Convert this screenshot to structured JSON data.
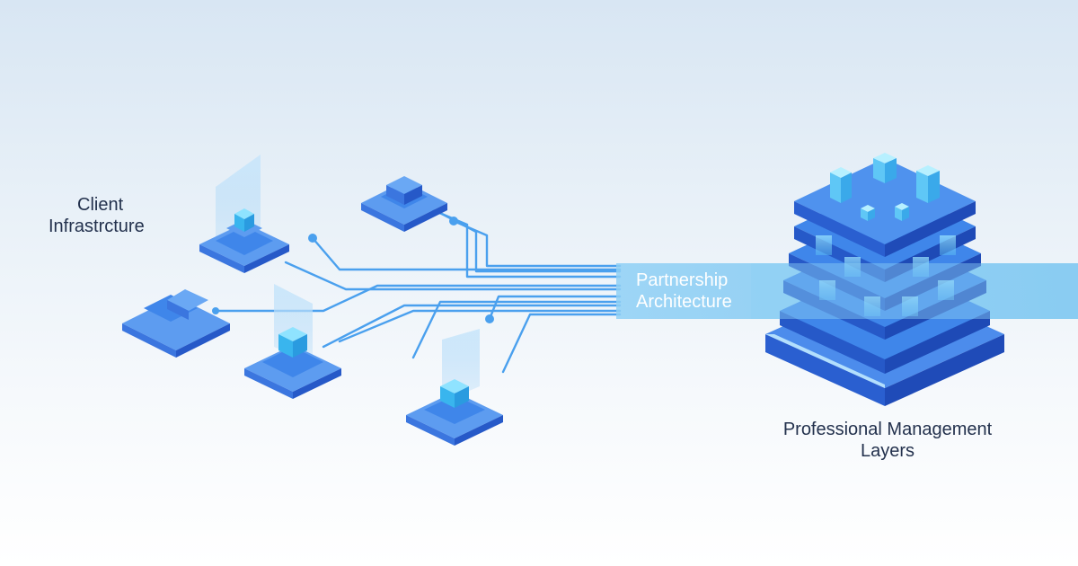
{
  "diagram": {
    "client_label": {
      "line1": "Client",
      "line2": "Infrastrcture"
    },
    "center_label": {
      "line1": "Partnership",
      "line2": "Architecture"
    },
    "management_label": {
      "line1": "Professional Management",
      "line2": "Layers"
    }
  },
  "colors": {
    "platform_top": "#5d9cf0",
    "platform_left": "#3b76df",
    "platform_right": "#2659c8",
    "cube_top": "#8fe3ff",
    "cube_side": "#39b5ee",
    "connector": "#4aa0ee",
    "band": "#7fc8f2",
    "tower_top": "#3f86ea",
    "tower_side": "#2450c2",
    "text": "#23314d"
  }
}
